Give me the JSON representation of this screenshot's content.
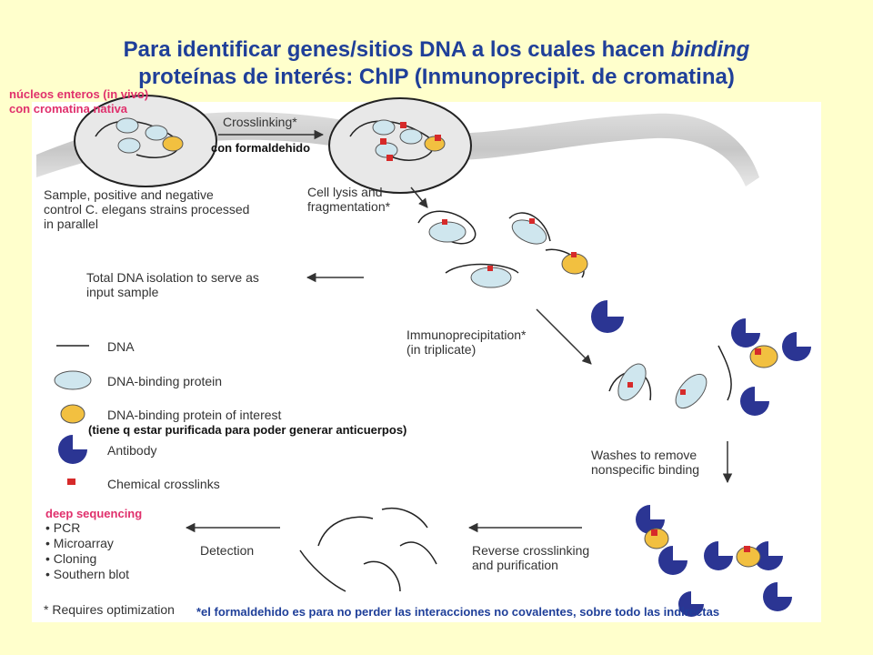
{
  "title": {
    "line1_pre": "Para identificar genes/sitios DNA a los cuales hacen ",
    "line1_em": "binding",
    "line2": "proteínas de interés: ChIP (Inmunoprecipit. de cromatina)"
  },
  "annotations": {
    "nuclei": "núcleos enteros (in vivo)\ncon cromatina nativa",
    "formaldehyde": "con formaldehido",
    "purified": "(tiene q estar purificada para poder generar anticuerpos)",
    "deep_seq": "deep sequencing",
    "footnote": "*el formaldehido es para no perder las interacciones no covalentes, sobre todo las indirectas"
  },
  "steps": {
    "crosslinking": "Crosslinking*",
    "sample": "Sample, positive and negative\ncontrol C. elegans strains processed\nin parallel",
    "lysis": "Cell lysis and\nfragmentation*",
    "total_dna": "Total DNA isolation to serve as\ninput sample",
    "ip": "Immunoprecipitation*\n(in triplicate)",
    "washes": "Washes to remove\nnonspecific binding",
    "reverse": "Reverse crosslinking\nand purification",
    "detection": "Detection",
    "requires": "* Requires optimization"
  },
  "legend": [
    {
      "key": "dna",
      "label": "DNA"
    },
    {
      "key": "protein",
      "label": "DNA-binding protein"
    },
    {
      "key": "target",
      "label": "DNA-binding protein of interest"
    },
    {
      "key": "antibody",
      "label": "Antibody"
    },
    {
      "key": "crosslink",
      "label": "Chemical crosslinks"
    }
  ],
  "detection_methods": [
    "• PCR",
    "• Microarray",
    "• Cloning",
    "• Southern blot"
  ],
  "colors": {
    "title": "#1f3f99",
    "pink": "#e0306c",
    "protein": "#cfe6ee",
    "target": "#f2c040",
    "antibody": "#2b3593",
    "crosslink": "#d62a2a",
    "background": "#ffffcc"
  }
}
